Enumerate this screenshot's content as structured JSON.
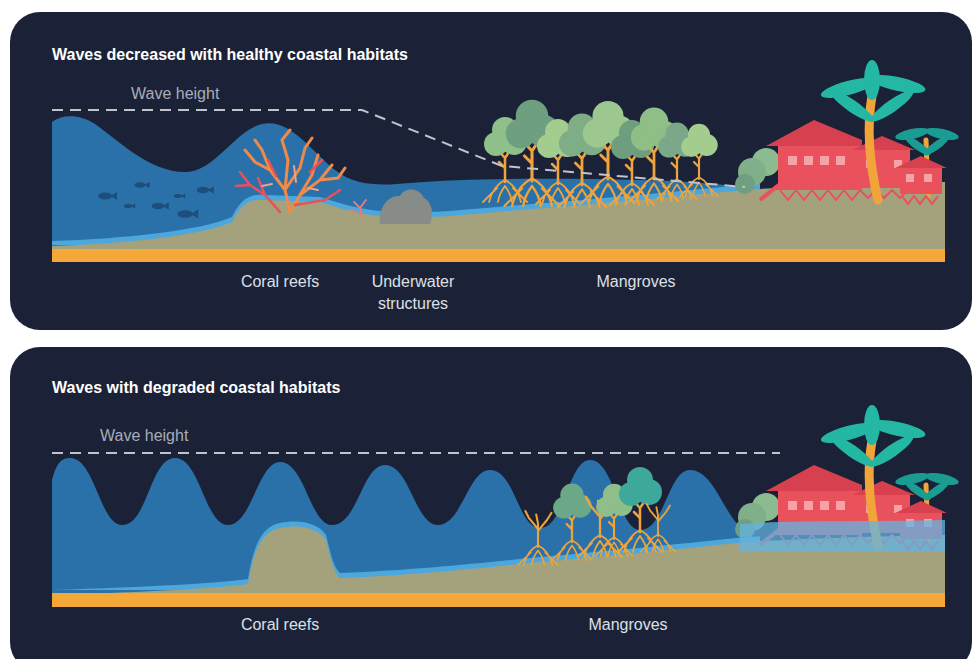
{
  "diagram": {
    "nodes": [
      {
        "text": [
          "Waves decreased with healthy coastal habitats"
        ]
      },
      {
        "text": [
          "Waves with degraded coastal habitats"
        ]
      }
    ],
    "labels": [
      "Wave height",
      "Coral reefs",
      "Underwater structures",
      "Mangroves",
      "Wave height",
      "Coral reefs",
      "Mangroves"
    ]
  }
}
